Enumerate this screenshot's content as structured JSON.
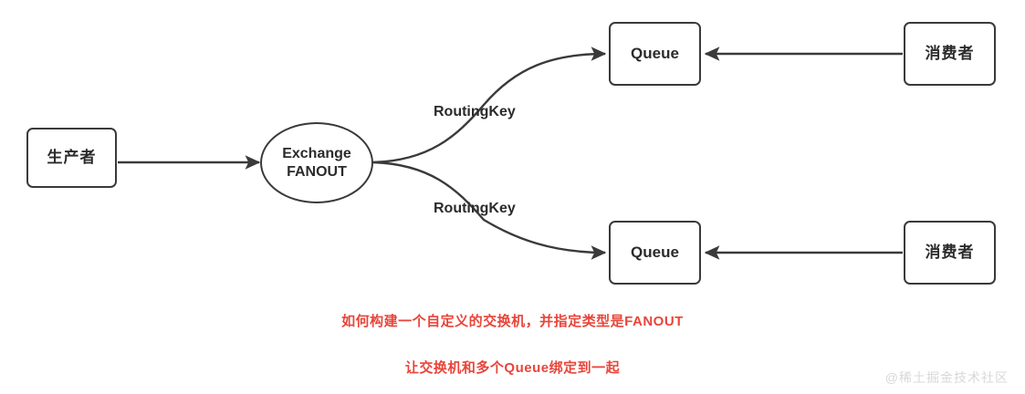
{
  "diagram": {
    "title": "RabbitMQ Fanout Exchange",
    "background_color": "#ffffff",
    "stroke_color": "#3a3a3a",
    "text_color": "#2b2b2b",
    "accent_color": "#e8453a",
    "watermark_color": "#d8d8d8"
  },
  "nodes": {
    "producer": {
      "label": "生产者"
    },
    "exchange": {
      "label": "Exchange\nFANOUT"
    },
    "queue_top": {
      "label": "Queue"
    },
    "queue_bottom": {
      "label": "Queue"
    },
    "consumer_top": {
      "label": "消费者"
    },
    "consumer_bottom": {
      "label": "消费者"
    }
  },
  "edge_labels": {
    "routing_key_top": "RoutingKey",
    "routing_key_bottom": "RoutingKey"
  },
  "captions": {
    "line1": "如何构建一个自定义的交换机，并指定类型是FANOUT",
    "line2": "让交换机和多个Queue绑定到一起"
  },
  "watermark": {
    "text": "@稀土掘金技术社区"
  }
}
